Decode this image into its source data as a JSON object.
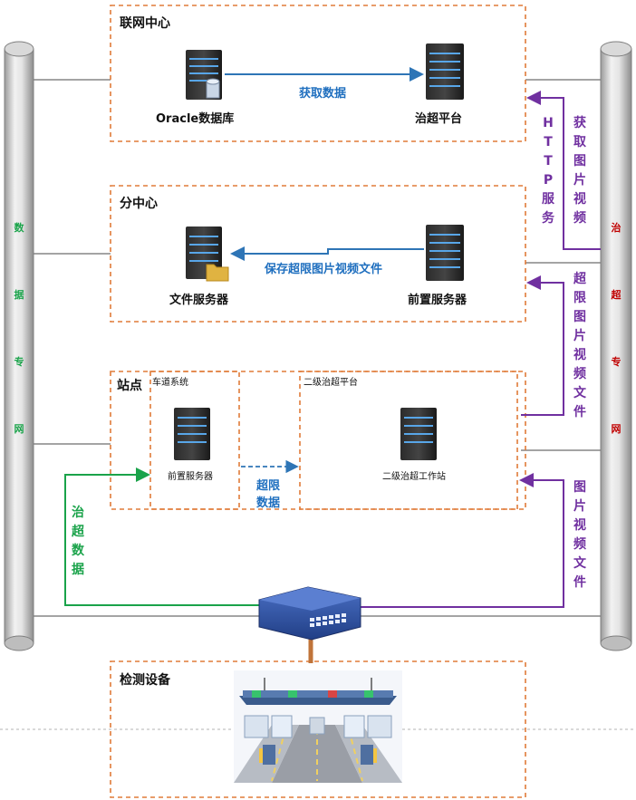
{
  "boxes": {
    "network_center": "联网中心",
    "sub_center": "分中心",
    "station": "站点",
    "lane_system": "车道系统",
    "secondary_platform": "二级治超平台",
    "detection": "检测设备"
  },
  "nodes": {
    "oracle_db": "Oracle数据库",
    "overload_platform": "治超平台",
    "file_server": "文件服务器",
    "front_server": "前置服务器",
    "lane_front_server": "前置服务器",
    "workstation": "二级治超工作站"
  },
  "edges": {
    "fetch_data": "获取数据",
    "save_files": "保存超限图片视频文件",
    "overlimit_data_1": "超限",
    "overlimit_data_2": "数据",
    "http_service": "HTTP服务",
    "fetch_media": "获取图片视频",
    "overlimit_media": "超限图片视频文件",
    "overload_data": "治超数据",
    "media_files": "图片视频文件"
  },
  "pipes": {
    "data_network": "数据专网",
    "overload_network": "治超专网"
  },
  "colors": {
    "dashed_border": "#e07b39",
    "blue_arrow": "#2e75b6",
    "purple_arrow": "#7030a0",
    "green_arrow": "#1aa34a"
  }
}
